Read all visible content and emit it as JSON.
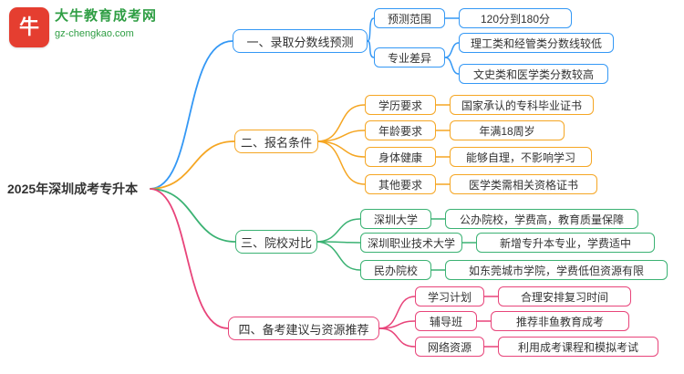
{
  "logo": {
    "title": "大牛教育成考网",
    "url": "gz-chengkao.com",
    "bull_glyph": "牛",
    "brand_red": "#e53e30",
    "brand_green": "#2f9e44"
  },
  "root": {
    "label": "2025年深圳成考专升本"
  },
  "colors": {
    "branch1": "#3498f5",
    "branch2": "#f5a623",
    "branch3": "#3bb273",
    "branch4": "#e8447a"
  },
  "branches": [
    {
      "label": "一、录取分数线预测",
      "color": "#3498f5",
      "children": [
        {
          "label": "预测范围",
          "values": [
            "120分到180分"
          ]
        },
        {
          "label": "专业差异",
          "values": [
            "理工类和经管类分数线较低",
            "文史类和医学类分数较高"
          ]
        }
      ]
    },
    {
      "label": "二、报名条件",
      "color": "#f5a623",
      "children": [
        {
          "label": "学历要求",
          "values": [
            "国家承认的专科毕业证书"
          ]
        },
        {
          "label": "年龄要求",
          "values": [
            "年满18周岁"
          ]
        },
        {
          "label": "身体健康",
          "values": [
            "能够自理，不影响学习"
          ]
        },
        {
          "label": "其他要求",
          "values": [
            "医学类需相关资格证书"
          ]
        }
      ]
    },
    {
      "label": "三、院校对比",
      "color": "#3bb273",
      "children": [
        {
          "label": "深圳大学",
          "values": [
            "公办院校，学费高，教育质量保障"
          ]
        },
        {
          "label": "深圳职业技术大学",
          "values": [
            "新增专升本专业，学费适中"
          ]
        },
        {
          "label": "民办院校",
          "values": [
            "如东莞城市学院，学费低但资源有限"
          ]
        }
      ]
    },
    {
      "label": "四、备考建议与资源推荐",
      "color": "#e8447a",
      "children": [
        {
          "label": "学习计划",
          "values": [
            "合理安排复习时间"
          ]
        },
        {
          "label": "辅导班",
          "values": [
            "推荐非鱼教育成考"
          ]
        },
        {
          "label": "网络资源",
          "values": [
            "利用成考课程和模拟考试"
          ]
        }
      ]
    }
  ]
}
